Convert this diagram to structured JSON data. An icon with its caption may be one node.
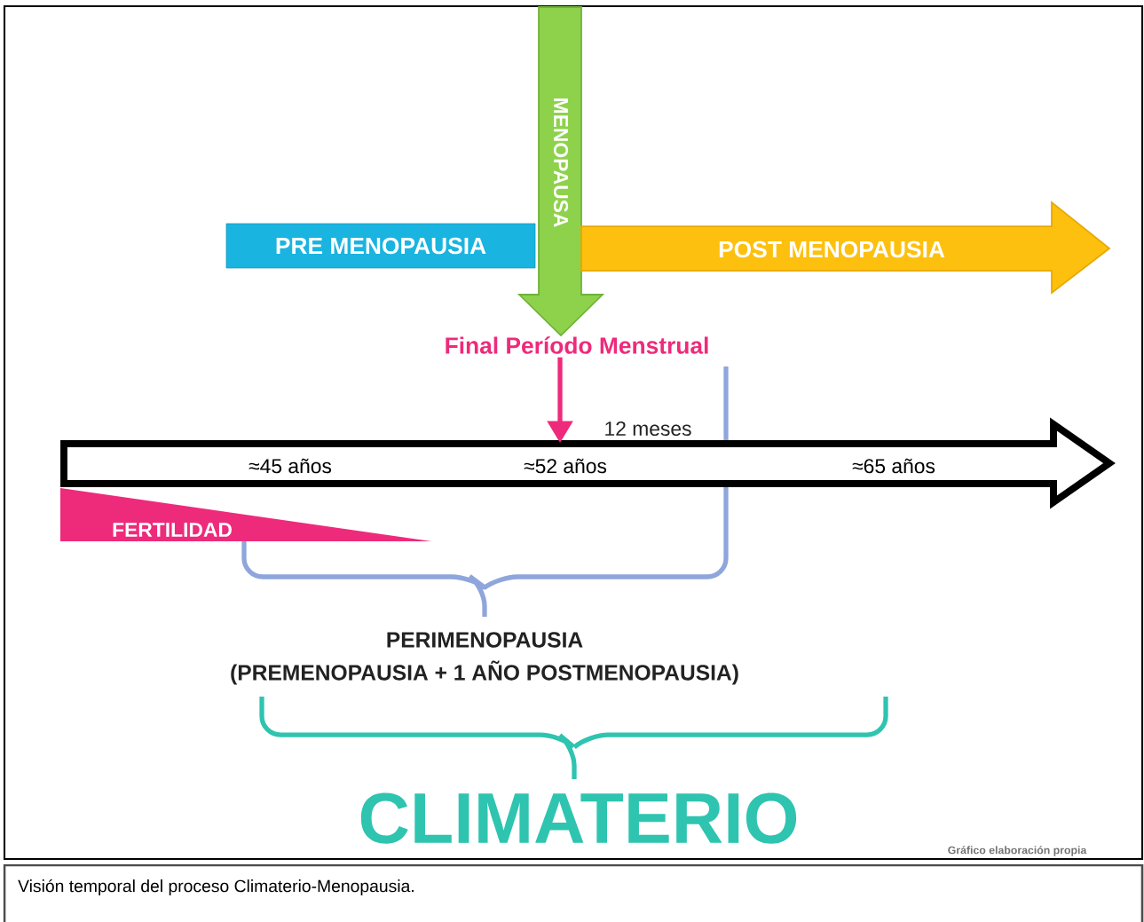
{
  "diagram": {
    "caption": "Visión temporal del proceso Climaterio-Menopausia.",
    "nodes": [
      {
        "text": [
          "PRE MENOPAUSIA"
        ]
      },
      {
        "text": [
          "MENOPAUSA"
        ]
      },
      {
        "text": [
          "POST MENOPAUSIA"
        ]
      },
      {
        "text": [
          "Final Período Menstrual"
        ]
      },
      {
        "text": [
          "≈45 años",
          "≈52 años",
          "≈65 años"
        ]
      },
      {
        "text": [
          "FERTILIDAD"
        ]
      }
    ],
    "edges": [
      {
        "from": 3,
        "to": 4,
        "arrow": "to"
      }
    ],
    "labels": [
      "12 meses",
      "PERIMENOPAUSIA",
      "(PREMENOPAUSIA + 1 AÑO POSTMENOPAUSIA)",
      "CLIMATERIO",
      "Gráfico elaboración propia"
    ]
  }
}
